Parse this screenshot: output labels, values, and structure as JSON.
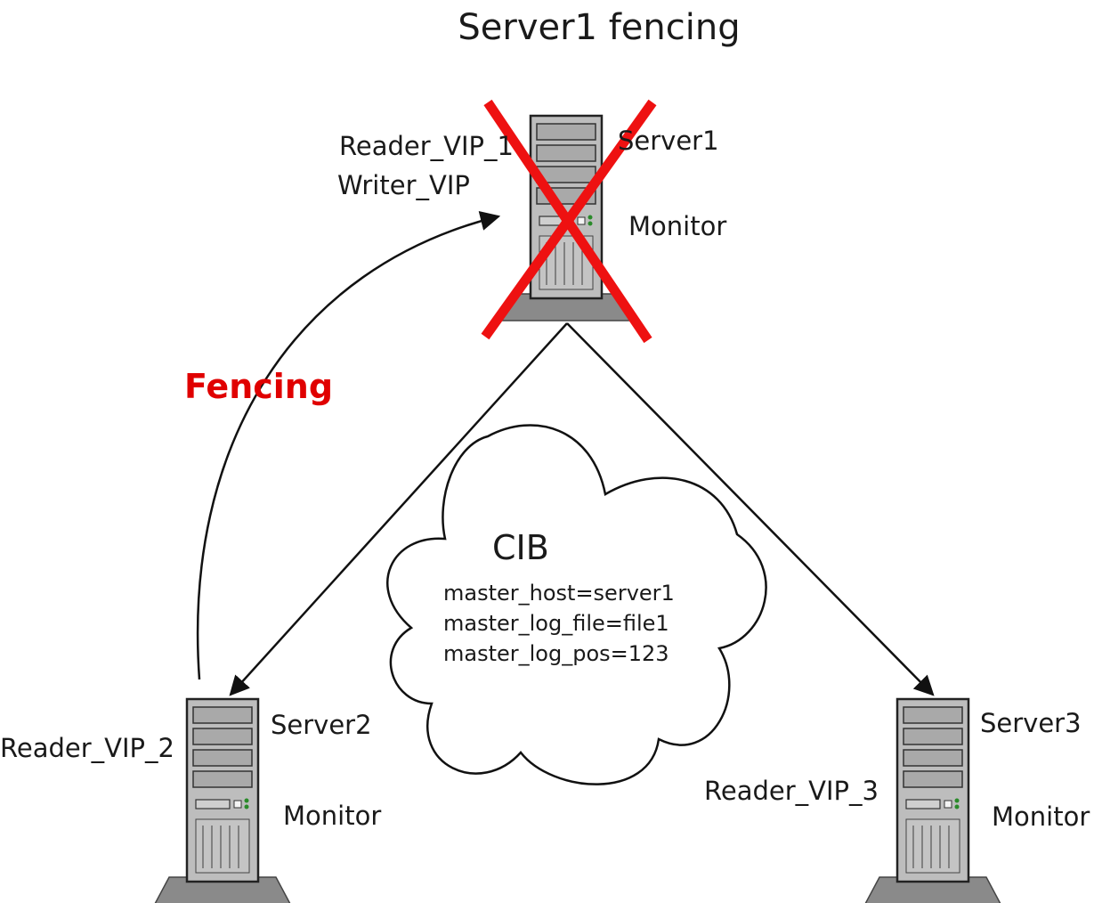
{
  "title": "Server1 fencing",
  "fencing_label": "Fencing",
  "colors": {
    "fencing_red": "#e00000",
    "cross_red": "#ee1111",
    "server_body": "#bdbdbd",
    "line": "#111111"
  },
  "servers": {
    "server1": {
      "name": "Server1",
      "monitor": "Monitor",
      "vips": [
        "Reader_VIP_1",
        "Writer_VIP"
      ],
      "state": "fenced"
    },
    "server2": {
      "name": "Server2",
      "monitor": "Monitor",
      "vips": [
        "Reader_VIP_2"
      ]
    },
    "server3": {
      "name": "Server3",
      "monitor": "Monitor",
      "vips": [
        "Reader_VIP_3"
      ]
    }
  },
  "cib": {
    "title": "CIB",
    "lines": [
      "master_host=server1",
      "master_log_file=file1",
      "master_log_pos=123"
    ]
  }
}
